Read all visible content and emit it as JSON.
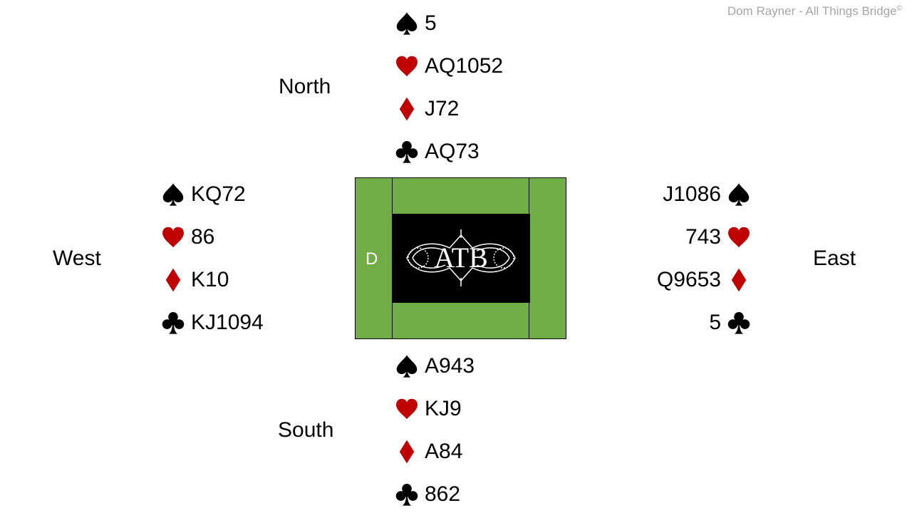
{
  "credit": {
    "text": "Dom Rayner  - All Things Bridge",
    "mark": "©"
  },
  "north": {
    "label": "North",
    "hands": [
      {
        "suit": "spade-icon",
        "cards": "5"
      },
      {
        "suit": "heart-icon",
        "cards": "AQ1052"
      },
      {
        "suit": "diamond-icon",
        "cards": "J72"
      },
      {
        "suit": "club-icon",
        "cards": "AQ73"
      }
    ]
  },
  "south": {
    "label": "South",
    "hands": [
      {
        "suit": "spade-icon",
        "cards": "A943"
      },
      {
        "suit": "heart-icon",
        "cards": "KJ9"
      },
      {
        "suit": "diamond-icon",
        "cards": "A84"
      },
      {
        "suit": "club-icon",
        "cards": "862"
      }
    ]
  },
  "west": {
    "label": "West",
    "hands": [
      {
        "suit": "spade-icon",
        "cards": "KQ72"
      },
      {
        "suit": "heart-icon",
        "cards": "86"
      },
      {
        "suit": "diamond-icon",
        "cards": "K10"
      },
      {
        "suit": "club-icon",
        "cards": "KJ1094"
      }
    ]
  },
  "east": {
    "label": "East",
    "hands": [
      {
        "suit": "spade-icon",
        "cards": "J1086"
      },
      {
        "suit": "heart-icon",
        "cards": "743"
      },
      {
        "suit": "diamond-icon",
        "cards": "Q9653"
      },
      {
        "suit": "club-icon",
        "cards": "5"
      }
    ]
  },
  "table": {
    "dealer": "D",
    "logo_text": "ATB",
    "felt_color": "#70ad47"
  },
  "colors": {
    "red_suit": "#c00000",
    "black_suit": "#000000"
  }
}
